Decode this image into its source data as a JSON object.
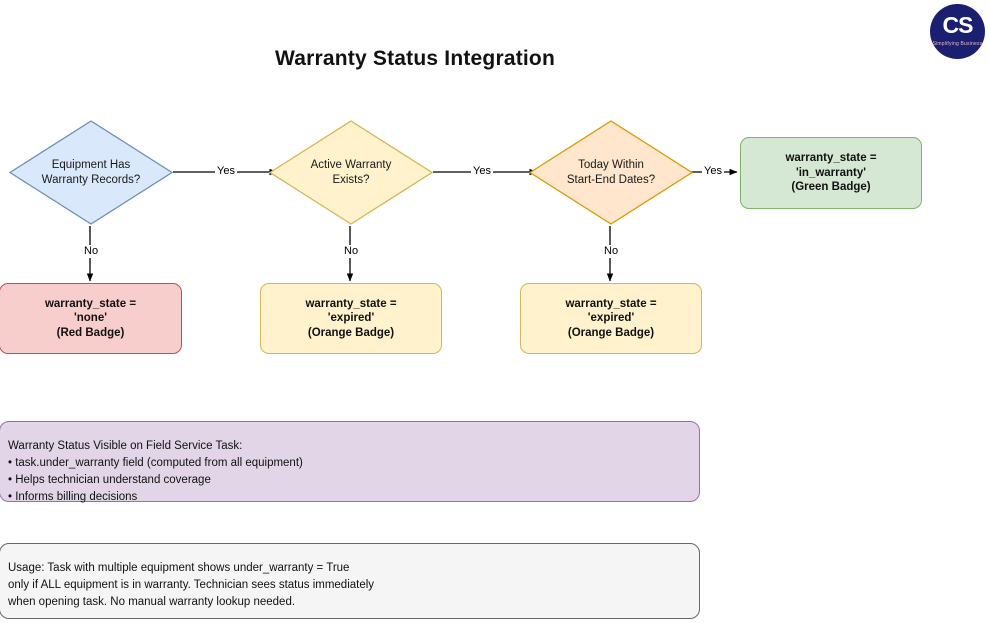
{
  "page": {
    "title": "Warranty Status Integration"
  },
  "logo": {
    "monogram": "CS",
    "tagline": "Simplifying Business",
    "color": "#1b1f70"
  },
  "decisions": [
    {
      "id": "equipment-has-warranty-records",
      "line1": "Equipment Has",
      "line2": "Warranty Records?",
      "fill": "#dae8fc",
      "stroke": "#6c8ebf"
    },
    {
      "id": "active-warranty-exists",
      "line1": "Active Warranty",
      "line2": "Exists?",
      "fill": "#fff2cc",
      "stroke": "#d6b656"
    },
    {
      "id": "today-within-start-end-dates",
      "line1": "Today Within",
      "line2": "Start-End Dates?",
      "fill": "#ffe6cc",
      "stroke": "#d79b00"
    }
  ],
  "outcomes": {
    "in_warranty": {
      "line1": "warranty_state =",
      "line2": "'in_warranty'",
      "line3": "(Green Badge)",
      "fill": "#d5e8d4",
      "stroke": "#82b366"
    },
    "none": {
      "line1": "warranty_state =",
      "line2": "'none'",
      "line3": "(Red Badge)",
      "fill": "#f8cecc",
      "stroke": "#b85450"
    },
    "expired_a": {
      "line1": "warranty_state =",
      "line2": "'expired'",
      "line3": "(Orange Badge)",
      "fill": "#fff2cc",
      "stroke": "#d6b656"
    },
    "expired_b": {
      "line1": "warranty_state =",
      "line2": "'expired'",
      "line3": "(Orange Badge)",
      "fill": "#fff2cc",
      "stroke": "#d6b656"
    }
  },
  "edges": {
    "yes1": "Yes",
    "yes2": "Yes",
    "yes3": "Yes",
    "no1": "No",
    "no2": "No",
    "no3": "No"
  },
  "notes": {
    "visibility": {
      "fill": "#e1d5e7",
      "stroke": "#9673a6",
      "lines": [
        "Warranty Status Visible on Field Service Task:",
        "• task.under_warranty field (computed from all equipment)",
        "• Helps technician understand coverage",
        "• Informs billing decisions"
      ]
    },
    "usage": {
      "fill": "#f5f5f5",
      "stroke": "#666666",
      "lines": [
        "Usage: Task with multiple equipment shows under_warranty = True",
        "only if ALL equipment is in warranty. Technician sees status immediately",
        "when opening task. No manual warranty lookup needed."
      ]
    }
  }
}
